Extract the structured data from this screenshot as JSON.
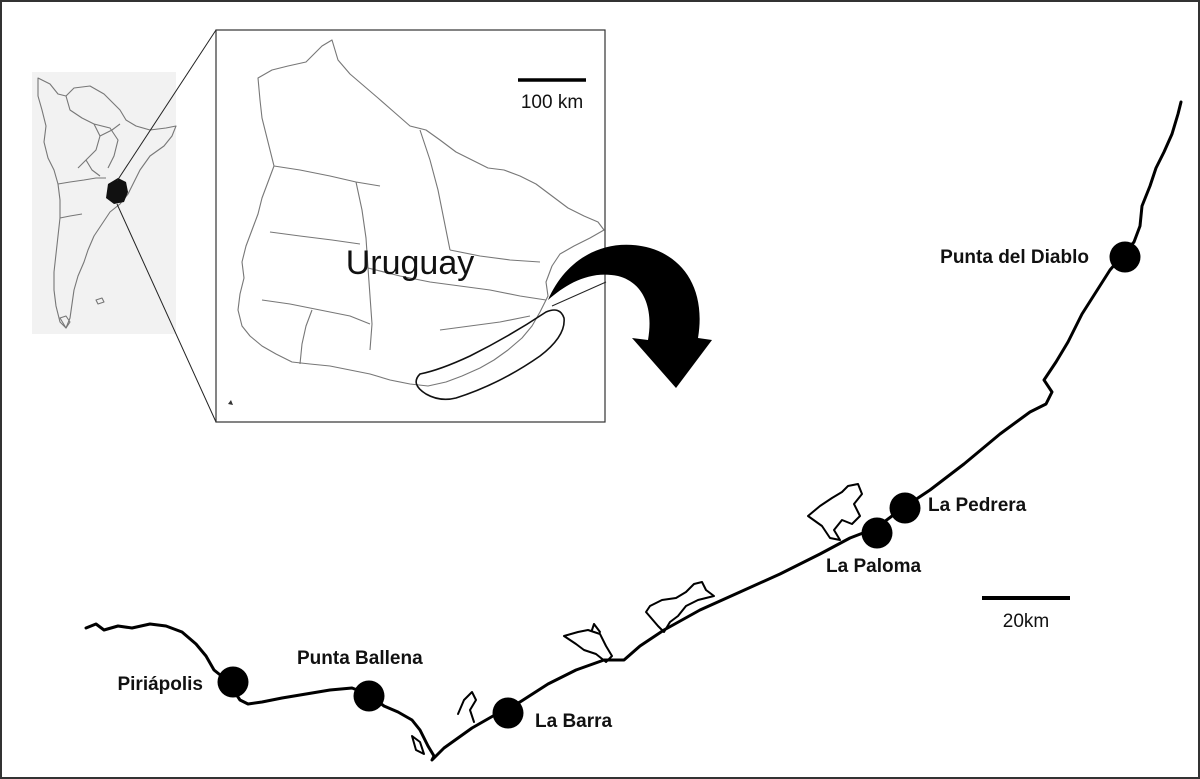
{
  "map": {
    "country_label": "Uruguay",
    "inset_scale_label": "100 km",
    "main_scale_label": "20km",
    "sites": [
      {
        "name": "Punta del Diablo"
      },
      {
        "name": "La Pedrera"
      },
      {
        "name": "La Paloma"
      },
      {
        "name": "Piriápolis"
      },
      {
        "name": "Punta Ballena"
      },
      {
        "name": "La Barra"
      }
    ]
  },
  "colors": {
    "ink": "#000000",
    "inset_background": "#f2f2f2",
    "border": "#333333",
    "boundary_lines": "#777777"
  }
}
